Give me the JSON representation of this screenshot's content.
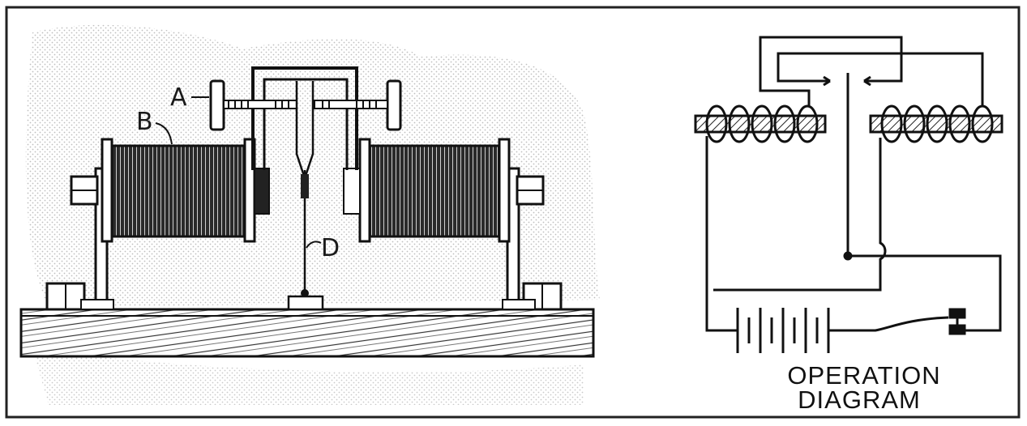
{
  "figure": {
    "labels": {
      "a": "A",
      "b": "B",
      "d": "D"
    },
    "caption": {
      "line1": "OPERATION",
      "line2": "DIAGRAM"
    }
  },
  "colors": {
    "ink": "#111111",
    "paper": "#ffffff",
    "stipple": "#9a9a9a"
  }
}
